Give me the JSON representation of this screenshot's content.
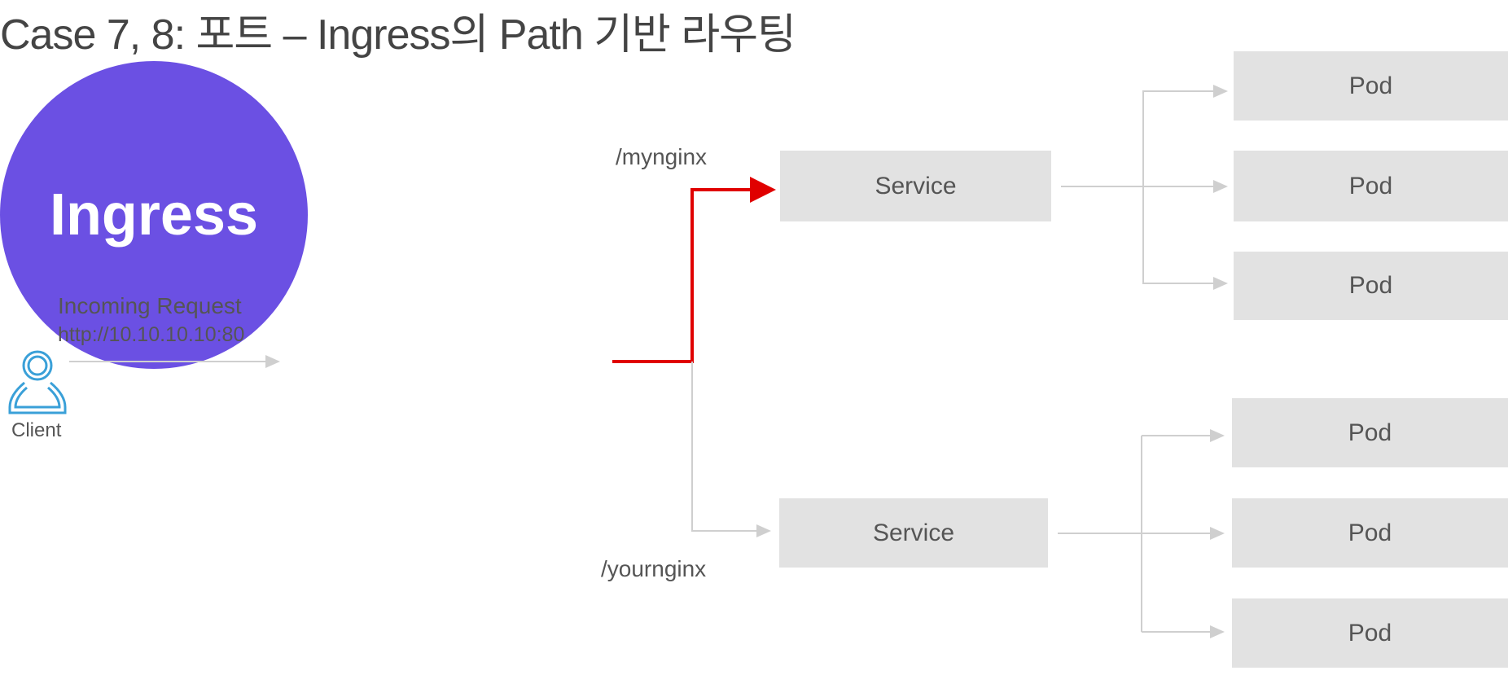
{
  "title": "Case 7, 8: 포트 – Ingress의 Path 기반 라우팅",
  "client": {
    "label": "Client",
    "icon": "user-icon"
  },
  "request": {
    "label": "Incoming Request",
    "url": "http://10.10.10.10:80"
  },
  "ingress": {
    "label": "Ingress"
  },
  "paths": [
    {
      "path": "/mynginx",
      "service": "Service",
      "pods": [
        "Pod",
        "Pod",
        "Pod"
      ],
      "active": true
    },
    {
      "path": "/yournginx",
      "service": "Service",
      "pods": [
        "Pod",
        "Pod",
        "Pod"
      ],
      "active": false
    }
  ],
  "colors": {
    "ingress": "#6b50e3",
    "active_route": "#e00000",
    "line": "#cfcfcf",
    "box": "#e2e2e2",
    "client_icon": "#3aa0d8"
  }
}
